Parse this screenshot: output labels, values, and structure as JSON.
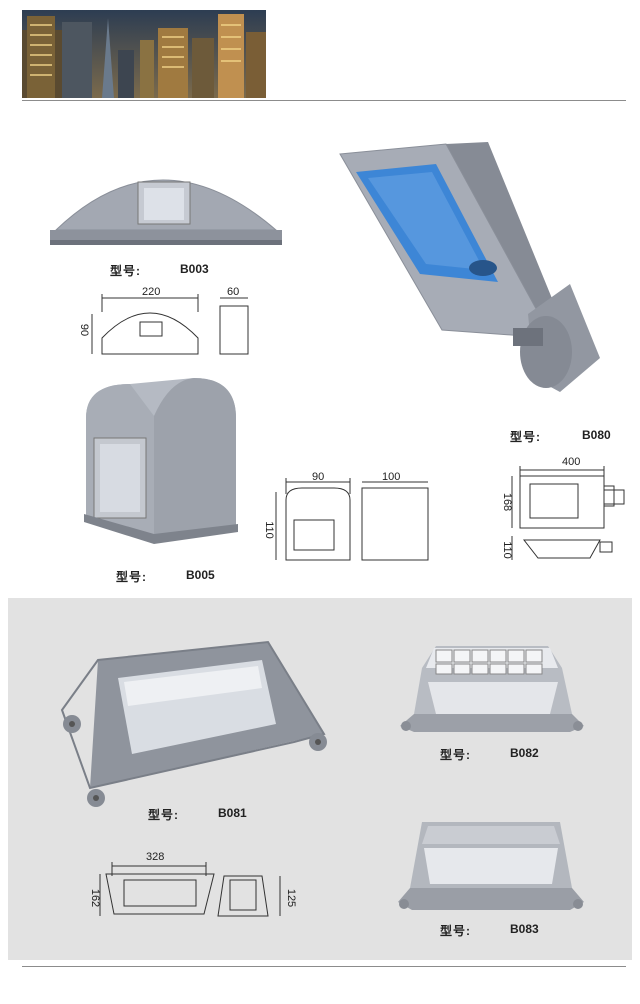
{
  "labels": {
    "model_prefix": "型号:"
  },
  "products": [
    {
      "id": "b003",
      "model": "B003",
      "dims": {
        "width": "220",
        "height": "90",
        "depth": "60"
      }
    },
    {
      "id": "b080",
      "model": "B080",
      "dims": {
        "width": "400",
        "height": "168",
        "depth": "110"
      }
    },
    {
      "id": "b005",
      "model": "B005",
      "dims": {
        "width": "90",
        "height": "110",
        "depth": "100"
      }
    },
    {
      "id": "b081",
      "model": "B081",
      "dims": {
        "width": "328",
        "height": "162",
        "depth": "125"
      }
    },
    {
      "id": "b082",
      "model": "B082"
    },
    {
      "id": "b083",
      "model": "B083"
    }
  ],
  "colors": {
    "lamp_gray": "#9ea3ad",
    "lamp_dark": "#7d828c",
    "glass_blue": "#3d86d6",
    "band_gray": "#e2e2e2"
  }
}
